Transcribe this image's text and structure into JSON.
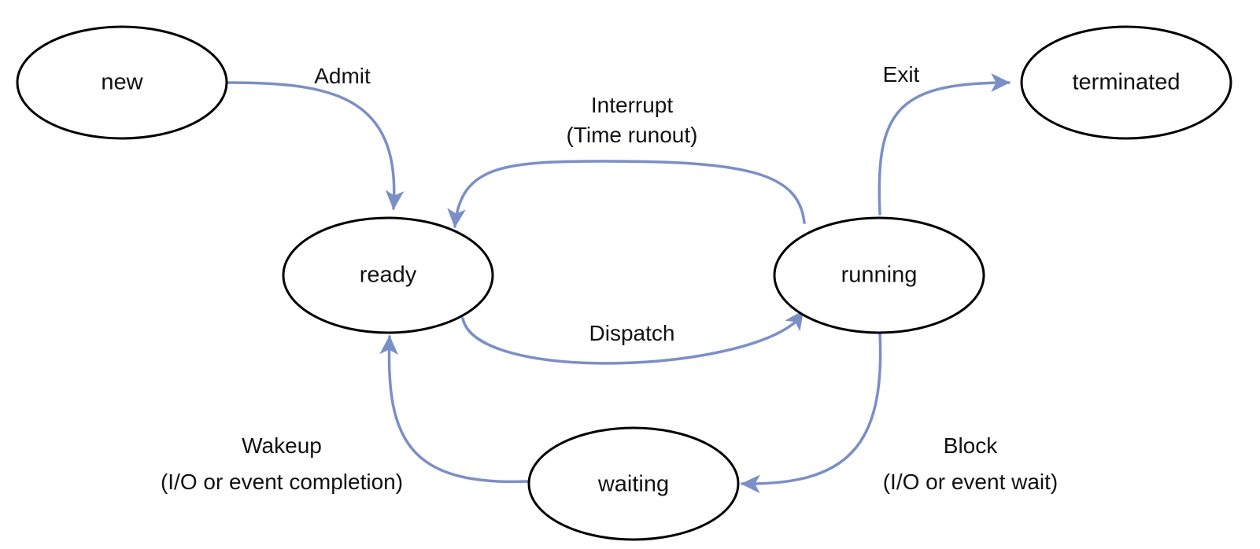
{
  "nodes": {
    "new": {
      "label": "new"
    },
    "terminated": {
      "label": "terminated"
    },
    "ready": {
      "label": "ready"
    },
    "running": {
      "label": "running"
    },
    "waiting": {
      "label": "waiting"
    }
  },
  "edges": {
    "admit": {
      "label": "Admit"
    },
    "interrupt": {
      "line1": "Interrupt",
      "line2": "(Time runout)"
    },
    "dispatch": {
      "label": "Dispatch"
    },
    "exit": {
      "label": "Exit"
    },
    "block": {
      "line1": "Block",
      "line2": "(I/O or event wait)"
    },
    "wakeup": {
      "line1": "Wakeup",
      "line2": "(I/O or event completion)"
    }
  },
  "colors": {
    "edge": "#7b8fc7",
    "node_stroke": "#000000"
  }
}
